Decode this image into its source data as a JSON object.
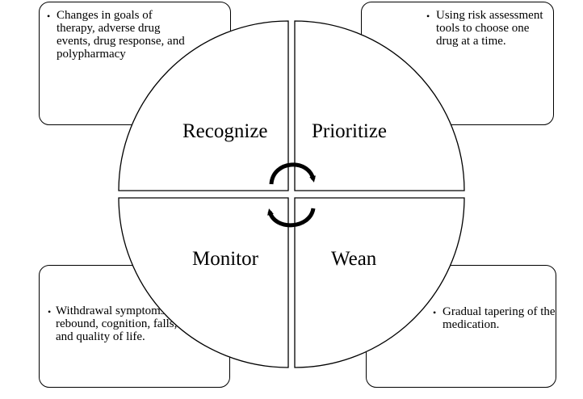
{
  "quadrants": {
    "recognize": {
      "label": "Recognize",
      "note": "Changes in goals of therapy, adverse drug events, drug response, and polypharmacy"
    },
    "prioritize": {
      "label": "Prioritize",
      "note": "Using risk assessment tools to choose one drug at a time."
    },
    "monitor": {
      "label": "Monitor",
      "note": "Withdrawal symptoms, rebound, cognition, falls, and quality of life."
    },
    "wean": {
      "label": "Wean",
      "note": "Gradual tapering of the medication."
    }
  },
  "bullet_glyph": "•",
  "center_icon": "cycle-arrows-icon"
}
